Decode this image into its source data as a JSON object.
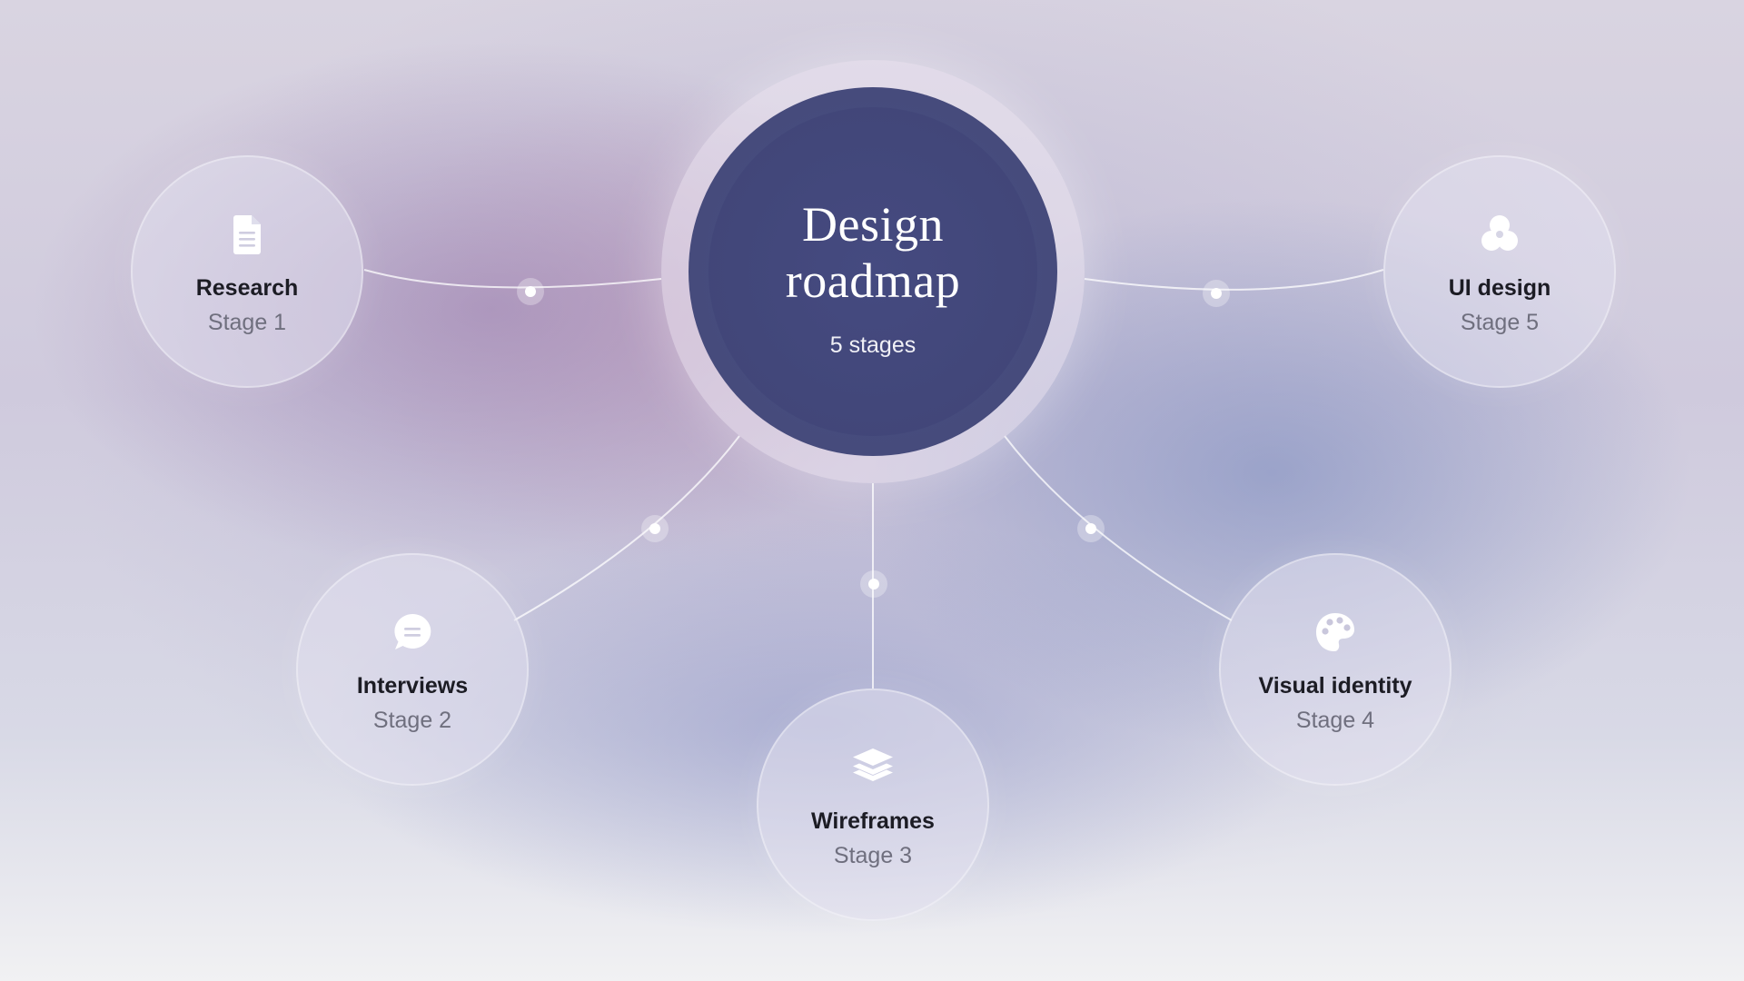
{
  "hub": {
    "title_line1": "Design",
    "title_line2": "roadmap",
    "subtitle": "5 stages"
  },
  "stages": [
    {
      "title": "Research",
      "stage": "Stage 1",
      "icon": "document-icon"
    },
    {
      "title": "Interviews",
      "stage": "Stage 2",
      "icon": "chat-bubble-icon"
    },
    {
      "title": "Wireframes",
      "stage": "Stage 3",
      "icon": "layers-icon"
    },
    {
      "title": "Visual identity",
      "stage": "Stage 4",
      "icon": "palette-icon"
    },
    {
      "title": "UI design",
      "stage": "Stage 5",
      "icon": "shapes-icon"
    }
  ],
  "colors": {
    "hub_fill": "#434879",
    "connector": "#ffffff",
    "title_text": "#1c1c24",
    "stage_text": "#6f6f7e"
  }
}
